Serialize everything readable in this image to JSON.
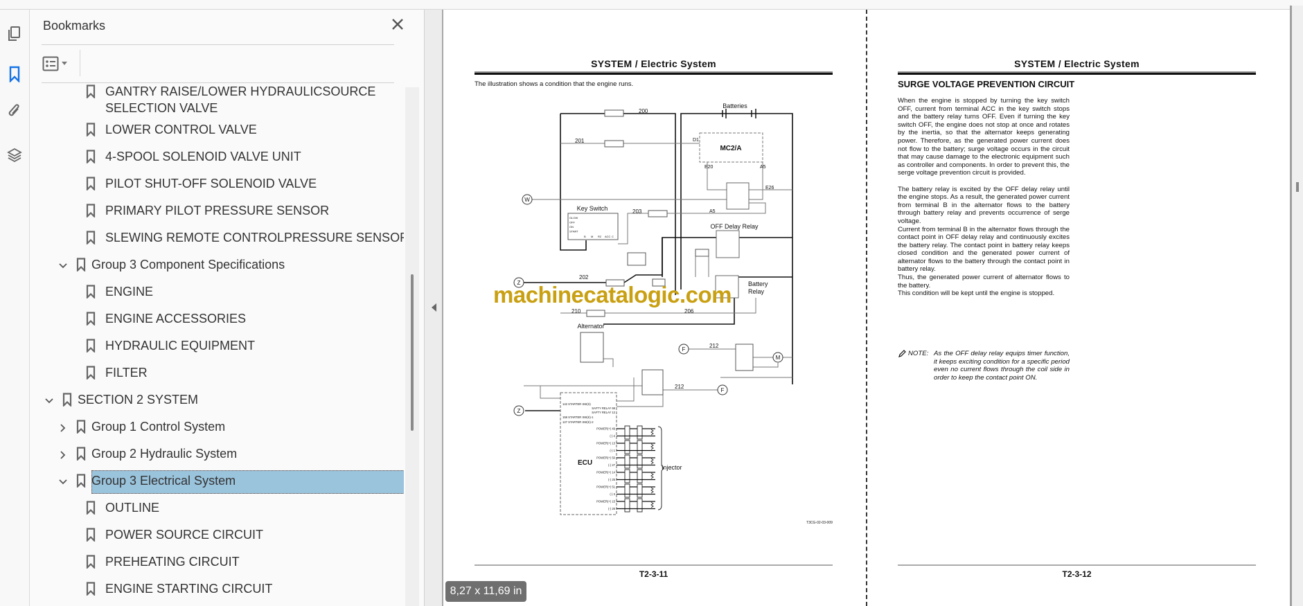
{
  "panel": {
    "title": "Bookmarks",
    "items": [
      {
        "label": "GANTRY RAISE/LOWER HYDRAULICSOURCE SELECTION VALVE",
        "level": 3
      },
      {
        "label": "LOWER CONTROL VALVE",
        "level": 3
      },
      {
        "label": "4-SPOOL SOLENOID VALVE UNIT",
        "level": 3
      },
      {
        "label": "PILOT SHUT-OFF SOLENOID VALVE",
        "level": 3
      },
      {
        "label": "PRIMARY PILOT PRESSURE SENSOR",
        "level": 3
      },
      {
        "label": "SLEWING REMOTE CONTROLPRESSURE SENSOR",
        "level": 3
      },
      {
        "label": "Group 3 Component Specifications",
        "level": 2,
        "expanded": true
      },
      {
        "label": "ENGINE",
        "level": 3
      },
      {
        "label": "ENGINE ACCESSORIES",
        "level": 3
      },
      {
        "label": "HYDRAULIC EQUIPMENT",
        "level": 3
      },
      {
        "label": "FILTER",
        "level": 3
      },
      {
        "label": "SECTION 2 SYSTEM",
        "level": 1,
        "expanded": true
      },
      {
        "label": "Group 1 Control System",
        "level": 2,
        "expanded": false
      },
      {
        "label": "Group 2 Hydraulic System",
        "level": 2,
        "expanded": false
      },
      {
        "label": "Group 3 Electrical System",
        "level": 2,
        "expanded": true,
        "selected": true
      },
      {
        "label": "OUTLINE",
        "level": 3
      },
      {
        "label": "POWER SOURCE CIRCUIT",
        "level": 3
      },
      {
        "label": "PREHEATING CIRCUIT",
        "level": 3
      },
      {
        "label": "ENGINE STARTING CIRCUIT",
        "level": 3
      }
    ]
  },
  "page1": {
    "header": "SYSTEM / Electric System",
    "intro": "The illustration shows a condition that the engine runs.",
    "footer": "T2-3-11",
    "diagram": {
      "batteries": "Batteries",
      "mc": "MC2/A",
      "key_switch": "Key Switch",
      "off_delay_relay": "OFF Delay Relay",
      "battery_relay_1": "Battery",
      "battery_relay_2": "Relay",
      "alternator": "Alternator",
      "ecu": "ECU",
      "injector": "Injector",
      "w200": "200",
      "w201": "201",
      "w202": "202",
      "w203": "203",
      "w206": "206",
      "w210": "210",
      "w212a": "212",
      "w212b": "212",
      "d1": "D1",
      "e20": "E20",
      "a5a": "A5",
      "a5b": "A5",
      "e26": "E26",
      "conn_w": "W",
      "conn_z1": "Z",
      "conn_z2": "Z",
      "conn_f1": "F",
      "conn_f2": "F",
      "motor": "M",
      "ecu_pins": [
        "142 STARTER SW(S)",
        "SAFTY RELAY 68",
        "SAFTY RELAY 12",
        "158 STARTER SW(K)-1",
        "127 STARTER SW(K)-2"
      ],
      "inj_pins": [
        "POWER(+) 49",
        "(-) 2",
        "POWER(+) 13",
        "(-) 1",
        "POWER(+) 50",
        "(-) 27",
        "POWER(+) 14",
        "(-) 25",
        "POWER(+) 51",
        "(-) 3",
        "POWER(+) 15",
        "(-) 26"
      ],
      "key_rows": [
        "GLOW",
        "OFF",
        "ON",
        "START"
      ],
      "key_cols": [
        "B",
        "M",
        "R2",
        "ACC",
        "C"
      ],
      "figure_id": "T3CG-02-03-009"
    }
  },
  "page2": {
    "header": "SYSTEM / Electric System",
    "title": "SURGE VOLTAGE PREVENTION CIRCUIT",
    "para1": "When the engine is stopped by turning the key switch OFF, current from terminal ACC in the key switch stops and the battery relay turns OFF. Even if turning the key switch OFF, the engine does not stop at once and rotates by the inertia, so that the alternator keeps generating power. Therefore, as the generated power current does not flow to the battery; surge voltage occurs in the circuit that may cause damage to the electronic equipment such as controller and components. In order to prevent this, the serge voltage prevention circuit is provided.",
    "para2": "The battery relay is excited by the OFF delay relay until the engine stops. As a result, the generated power current from terminal B in the alternator flows to the battery through battery relay and prevents occurrence of serge voltage.",
    "para3": "Current from terminal B in the alternator flows through the contact point in OFF delay relay and continuously excites the battery relay. The contact point in battery relay keeps closed condition and the generated power current of alternator flows to the battery through the contact point in battery relay.",
    "para4": "Thus, the generated power current of alternator flows to the battery.",
    "para5": "This condition will be kept until the engine is stopped.",
    "note_label": "NOTE:",
    "note": "As the OFF delay relay equips timer function, it keeps exciting condition for a specific period even no current flows through the coil side in order to keep the contact point ON.",
    "footer": "T2-3-12"
  },
  "watermark": "machinecatalogic.com",
  "page_size": "8,27 x 11,69 in",
  "colors": {
    "selected": "#9ac3dc",
    "accent": "#1473e6",
    "watermark": "#c9a012"
  }
}
